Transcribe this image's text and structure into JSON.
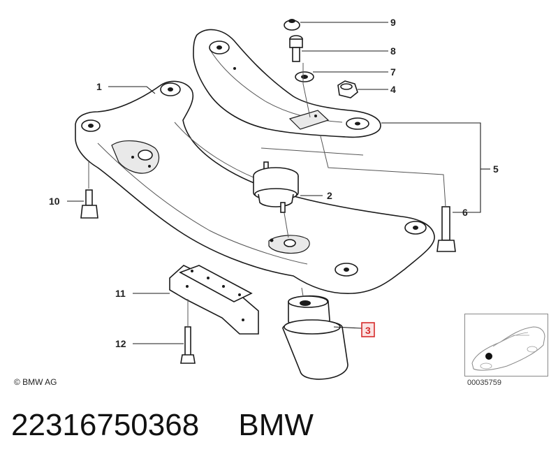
{
  "diagram": {
    "callouts": [
      {
        "id": "1",
        "label": "1"
      },
      {
        "id": "2",
        "label": "2"
      },
      {
        "id": "3",
        "label": "3",
        "highlight_color": "#d62b2b"
      },
      {
        "id": "4",
        "label": "4"
      },
      {
        "id": "5",
        "label": "5"
      },
      {
        "id": "6",
        "label": "6"
      },
      {
        "id": "7",
        "label": "7"
      },
      {
        "id": "8",
        "label": "8"
      },
      {
        "id": "9",
        "label": "9"
      },
      {
        "id": "10",
        "label": "10"
      },
      {
        "id": "11",
        "label": "11"
      },
      {
        "id": "12",
        "label": "12"
      }
    ],
    "copyright": "© BMW AG",
    "image_number": "00035759"
  },
  "footer": {
    "part_number": "22316750368",
    "brand": "BMW"
  },
  "colors": {
    "line": "#1a1a1a",
    "highlight": "#d62b2b",
    "background": "#ffffff"
  }
}
